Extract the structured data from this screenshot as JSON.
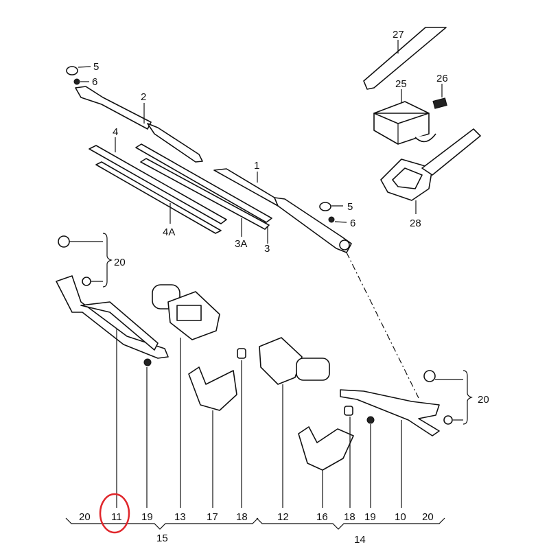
{
  "diagram": {
    "callouts": [
      "27",
      "26",
      "25",
      "28",
      "5",
      "6",
      "2",
      "4",
      "1",
      "5",
      "6",
      "4A",
      "3A",
      "3",
      "20",
      "20"
    ],
    "bottom_left": [
      "20",
      "11",
      "19",
      "13",
      "17",
      "18"
    ],
    "bottom_left_group": "15",
    "bottom_right": [
      "12",
      "16",
      "18",
      "19",
      "10",
      "20"
    ],
    "bottom_right_group": "14",
    "highlighted_part": "11",
    "highlight_color": "#e0262b"
  }
}
